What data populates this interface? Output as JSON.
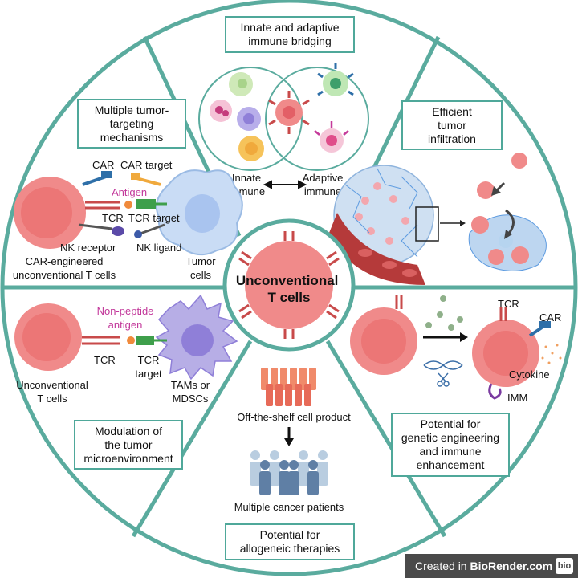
{
  "colors": {
    "ring": "#5aab9e",
    "cell_fill": "#f08a8a",
    "nucleus": "#e35f66",
    "tumor_blue": "#c9dcf5",
    "tam_purple": "#b7aee6",
    "antigen_magenta": "#c2379a",
    "badge_bg": "#4a4a4a"
  },
  "center": {
    "line1": "Unconventional",
    "line2": "T cells"
  },
  "sections": {
    "top": {
      "title": "Innate and adaptive\nimmune bridging",
      "innate_label": "Innate\nimmune",
      "adaptive_label": "Adaptive\nimmune"
    },
    "upper_left": {
      "title": "Multiple tumor-\ntargeting\nmechanisms",
      "car": "CAR",
      "car_target": "CAR target",
      "antigen": "Antigen",
      "tcr": "TCR",
      "tcr_target": "TCR target",
      "nk_receptor": "NK receptor",
      "nk_ligand": "NK ligand",
      "car_cells": "CAR-engineered\nunconventional T cells",
      "tumor_cells": "Tumor\ncells"
    },
    "upper_right": {
      "title": "Efficient\ntumor\ninfiltration"
    },
    "lower_left": {
      "title": "Modulation of\nthe tumor\nmicroenvironment",
      "antigen": "Non-peptide\nantigen",
      "tcr": "TCR",
      "tcr_target": "TCR\ntarget",
      "cells": "Unconventional\nT cells",
      "tams": "TAMs or\nMDSCs"
    },
    "bottom": {
      "title": "Potential for\nallogeneic therapies",
      "product": "Off-the-shelf cell product",
      "patients": "Multiple cancer patients"
    },
    "lower_right": {
      "title": "Potential for\ngenetic engineering\nand immune\nenhancement",
      "tcr": "TCR",
      "car": "CAR",
      "cytokine": "Cytokine",
      "imm": "IMM"
    }
  },
  "badge": {
    "prefix": "Created in ",
    "brand": "BioRender.com",
    "logo": "bio"
  }
}
